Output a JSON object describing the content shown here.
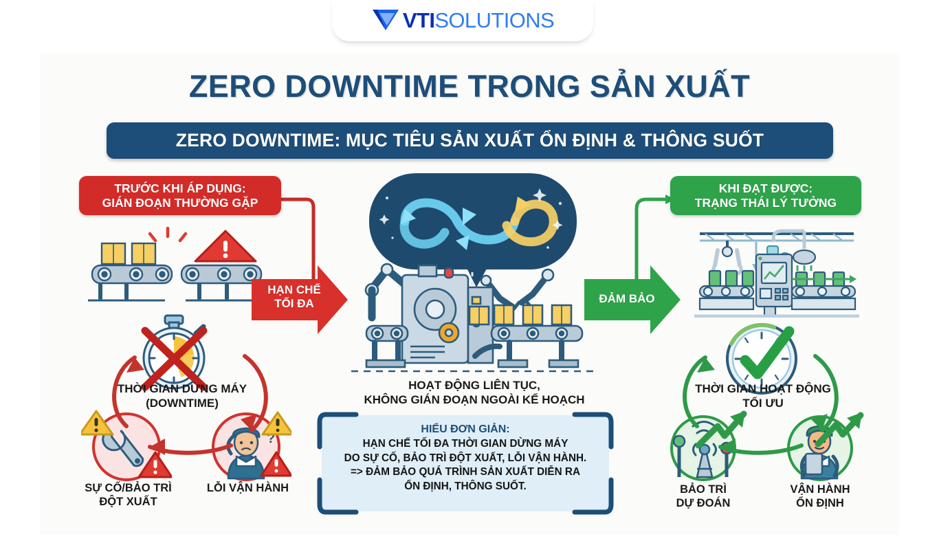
{
  "logo": {
    "mark": "vti-triangle-mark",
    "primary_text": "VTI",
    "secondary_text": "SOLUTIONS",
    "primary_color": "#0a2fb5",
    "secondary_color": "#2f7cf6"
  },
  "header": {
    "main_title": "ZERO DOWNTIME TRONG SẢN XUẤT",
    "subtitle": "ZERO DOWNTIME: MỤC TIÊU SẢN XUẤT ỔN ĐỊNH & THÔNG SUỐT",
    "title_color": "#1d4e79",
    "subtitle_bar_color": "#1d4e79"
  },
  "left_section": {
    "badge_line1": "TRƯỚC KHI ÁP DỤNG:",
    "badge_line2": "GIÁN ĐOẠN THƯỜNG GẶP",
    "badge_color": "#d32b27",
    "arrow_label_line1": "HẠN CHẾ",
    "arrow_label_line2": "TỐI ĐA",
    "caption_line1": "THỜI GIAN DỪNG MÁY",
    "caption_line2": "(DOWNTIME)",
    "items": [
      {
        "label_line1": "SỰ CỐ/BẢO TRÌ",
        "label_line2": "ĐỘT XUẤT",
        "icon": "wrench-icon"
      },
      {
        "label_line1": "LỖI VẬN HÀNH",
        "label_line2": "",
        "icon": "confused-worker-icon"
      }
    ],
    "illustrations": [
      "broken-conveyor-icon",
      "warning-triangle-icon",
      "stopwatch-crossed-icon"
    ]
  },
  "center_section": {
    "illustration": "factory-machine-infinity-icon",
    "caption_line1": "HOẠT ĐỘNG LIÊN TỤC,",
    "caption_line2": "KHÔNG GIÁN ĐOẠN NGOÀI KẾ HOẠCH",
    "infobox": {
      "heading": "HIỂU ĐƠN GIẢN:",
      "line1": "HẠN CHẾ TỐI ĐA THỜI GIAN DỪNG MÁY",
      "line2": "DO SỰ CỐ, BẢO TRÌ ĐỘT XUẤT, LỖI VẬN HÀNH.",
      "line3": "=> ĐẢM BẢO QUÁ TRÌNH SẢN XUẤT DIỄN RA",
      "line4": "ỔN ĐỊNH, THÔNG SUỐT.",
      "background_color": "#dfeef7",
      "corner_color": "#1d4e79"
    }
  },
  "right_section": {
    "badge_line1": "KHI ĐẠT ĐƯỢC:",
    "badge_line2": "TRẠNG THÁI LÝ TƯỞNG",
    "badge_color": "#2ea34a",
    "arrow_label": "ĐẢM BẢO",
    "caption_line1": "THỜI GIAN HOẠT ĐỘNG",
    "caption_line2": "TỐI ƯU",
    "items": [
      {
        "label_line1": "BẢO TRÌ",
        "label_line2": "DỰ ĐOÁN",
        "icon": "signal-tower-icon"
      },
      {
        "label_line1": "VẬN HÀNH",
        "label_line2": "ỔN ĐỊNH",
        "icon": "worker-tablet-icon"
      }
    ],
    "illustrations": [
      "automated-production-line-icon",
      "clock-check-icon"
    ]
  }
}
